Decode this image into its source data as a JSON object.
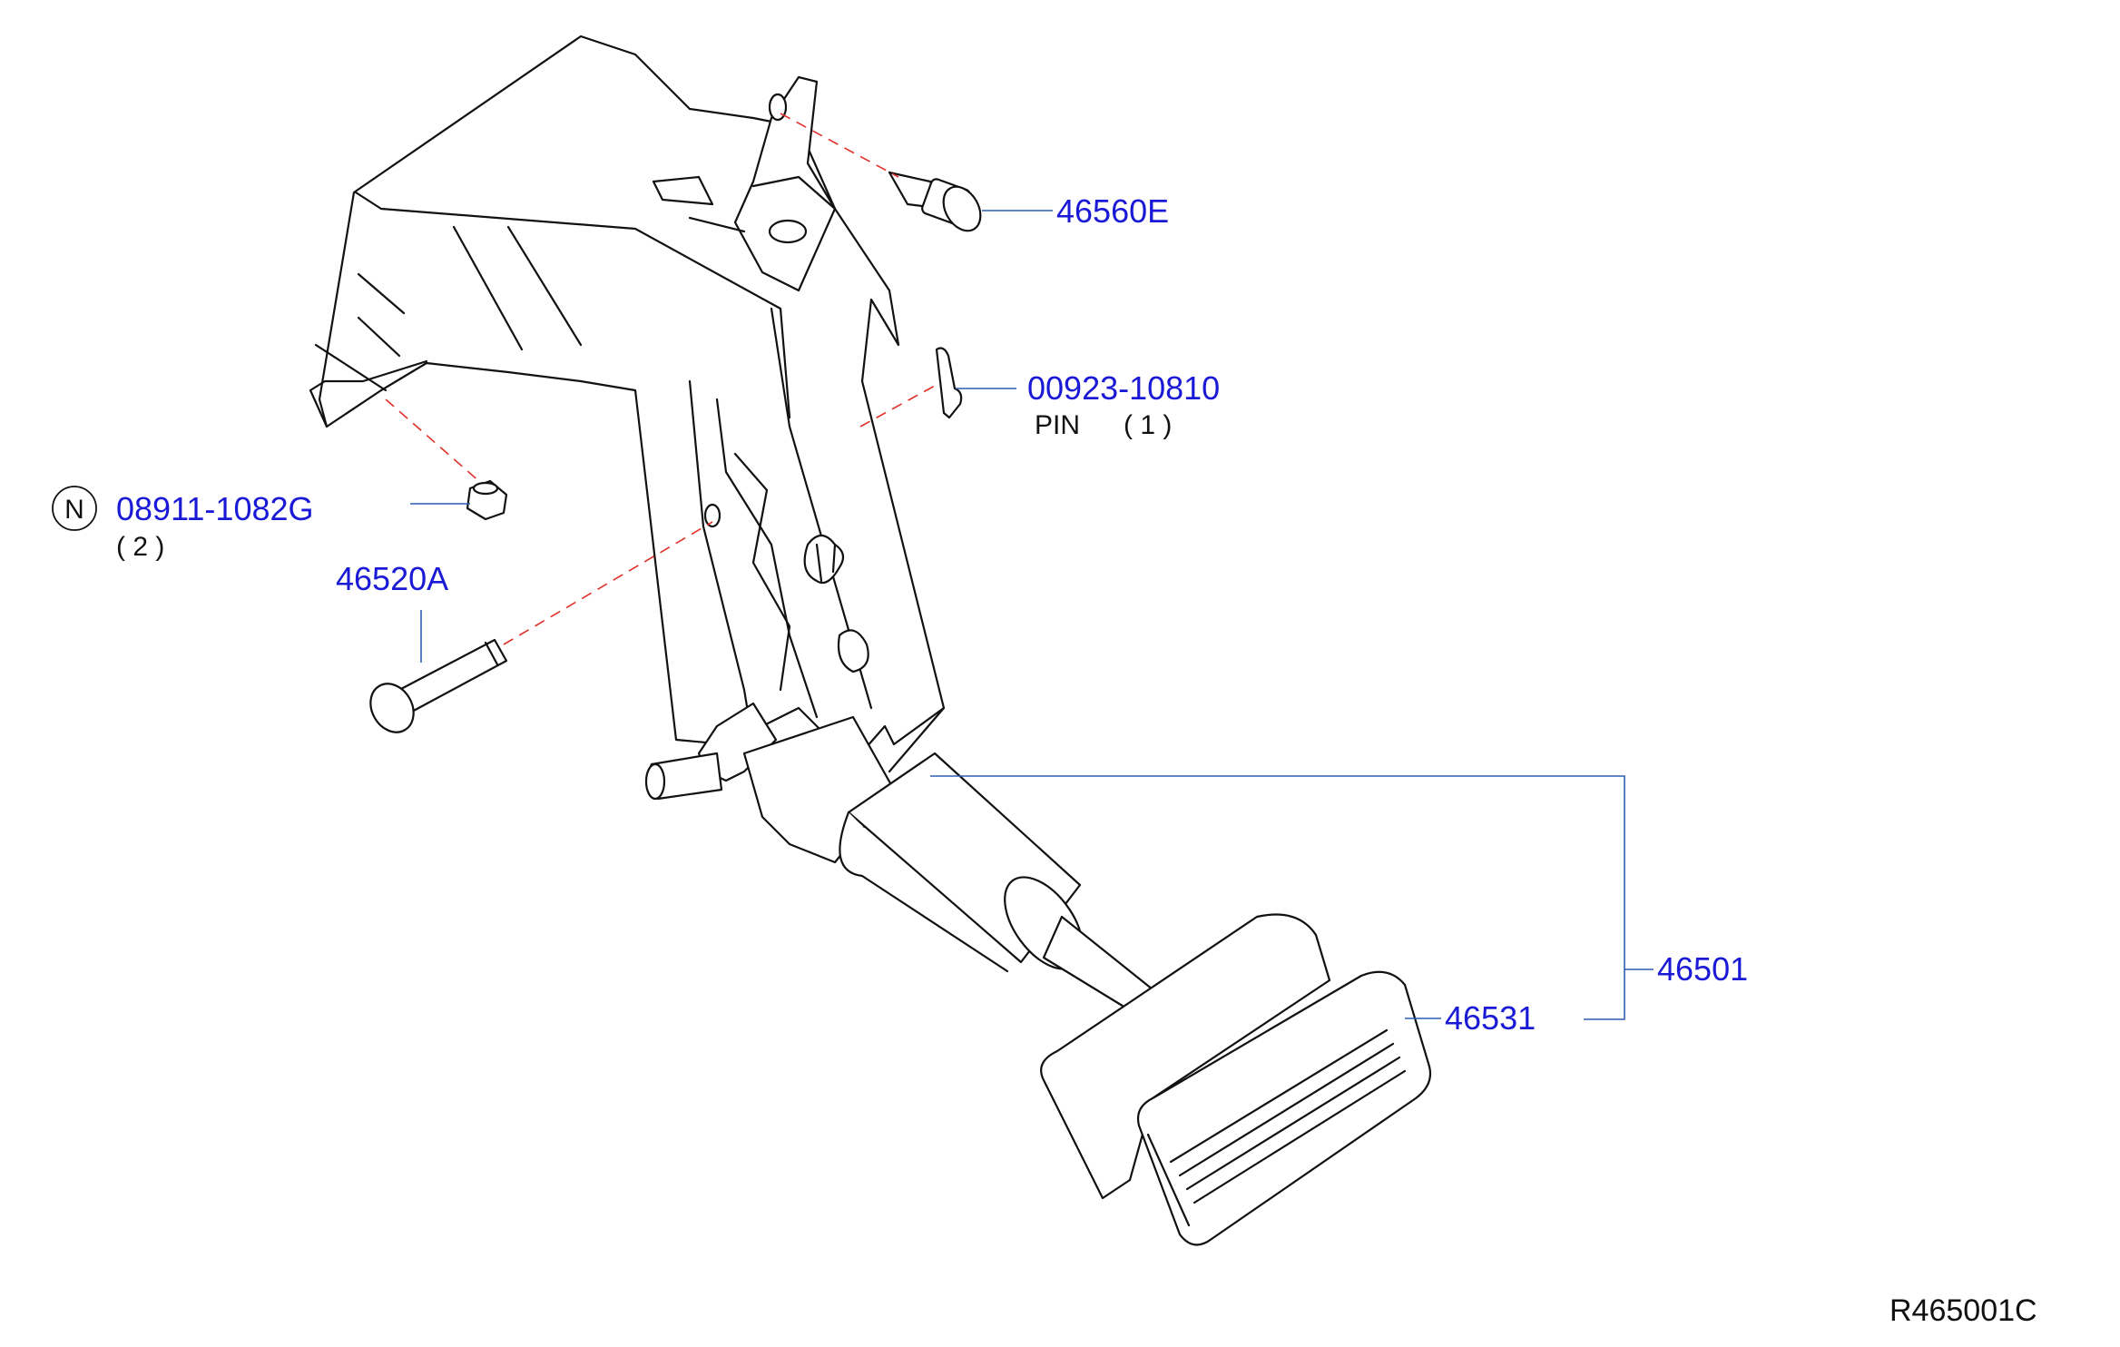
{
  "labels": {
    "bolt_top": "46560E",
    "pin_part": "00923-10810",
    "pin_desc": "PIN",
    "pin_qty": "( 1 )",
    "nut_marker": "N",
    "nut_part": "08911-1082G",
    "nut_qty": "( 2 )",
    "bolt_pivot": "46520A",
    "assembly": "46501",
    "pedal_pad": "46531",
    "reference": "R465001C"
  },
  "colors": {
    "part_number": "#1a1ad6",
    "leader_line": "#2f5fb0",
    "alignment_dash": "#e0302a",
    "drawing": "#111111"
  }
}
